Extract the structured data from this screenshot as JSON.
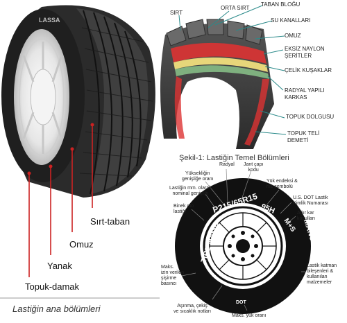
{
  "photo": {
    "brand": "LASSA",
    "labels": {
      "sirt_taban": "Sırt-taban",
      "omuz": "Omuz",
      "yanak": "Yanak",
      "topuk_damak": "Topuk-damak"
    }
  },
  "cutaway": {
    "labels": {
      "sirt": "SIRT",
      "orta_sirt": "ORTA SIRT",
      "taban_blogu": "TABAN BLOĞU",
      "su_kanallari": "SU KANALLARI",
      "omuz": "OMUZ",
      "eksiz_naylon_1": "EKSİZ NAYLON",
      "eksiz_naylon_2": "ŞERİTLER",
      "celik_kusaklar": "ÇELİK KUŞAKLAR",
      "radyal_1": "RADYAL YAPILI",
      "radyal_2": "KARKAS",
      "topuk_dolgusu": "TOPUK DOLGUSU",
      "topuk_teli_1": "TOPUK TELİ",
      "topuk_teli_2": "DEMETİ"
    }
  },
  "sidewall": {
    "title": "Şekil-1: Lastiğin Temel Bölümleri",
    "tire_text": {
      "size": "P215/65R15",
      "service": "95H",
      "ms": "M+S",
      "name": "TIRE NAME",
      "manufacturer": "MANUFACTURER",
      "dot": "DOT"
    },
    "labels": {
      "radyal": "Radyal",
      "jant_1": "Jant çapı",
      "jant_2": "kodu",
      "yukseklik_1": "Yüksekliğin",
      "yukseklik_2": "genişliğe oranı",
      "yuk_1": "Yük endeksi &",
      "yuk_2": "hız sembolü",
      "mm_1": "Lastiğin mm. olarak",
      "mm_2": "nominal genişliği",
      "usdot_1": "U.S. DOT Lastik",
      "usdot_2": "Kimlik Numarası",
      "binek_1": "Binek oto",
      "binek_2": "lastiği",
      "agir_1": "Ağır kar",
      "agir_2": "koşulları",
      "maks_1": "Maks.",
      "maks_2": "izin verilen",
      "maks_3": "şişirme",
      "maks_4": "basıncı",
      "katman_1": "Lastik katman",
      "katman_2": "bileşenleri &",
      "katman_3": "kullanılan",
      "katman_4": "malzemeler",
      "asinma_1": "Aşınma, çekiş",
      "asinma_2": "ve sıcaklık notları",
      "maksyuk": "Maks. yük oranı"
    }
  },
  "caption": "Lastiğin ana bölümleri"
}
